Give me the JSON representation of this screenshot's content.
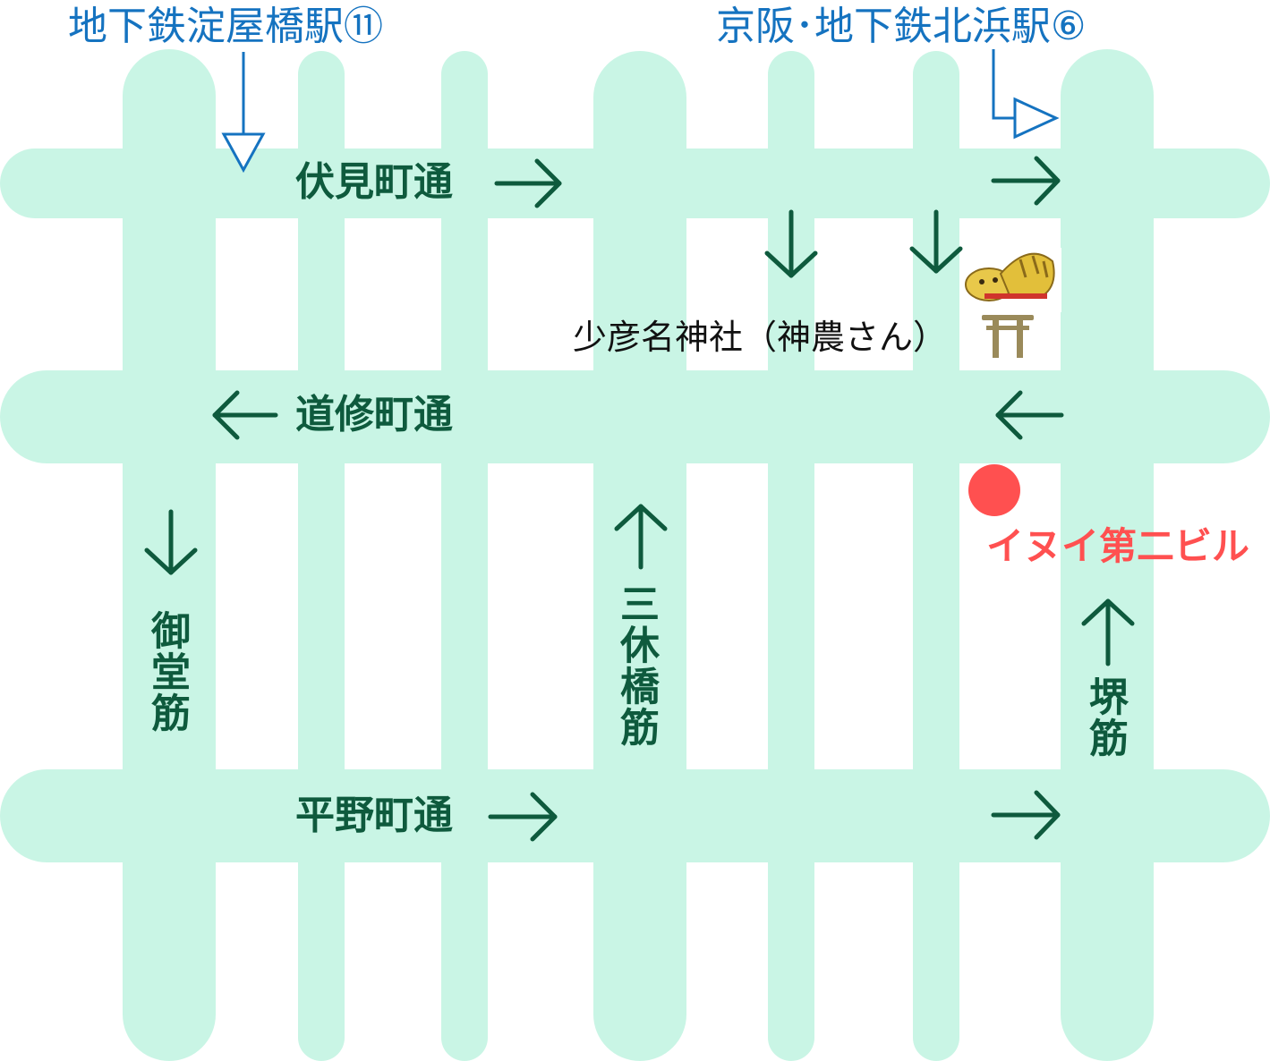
{
  "stations": {
    "yodoyabashi": "地下鉄淀屋橋駅⑪",
    "kitahama": "京阪･地下鉄北浜駅⑥"
  },
  "streets": {
    "fushimimachi": "伏見町通",
    "doshomachi": "道修町通",
    "hiranomachi": "平野町通",
    "midosuji": "御堂筋",
    "sankyubashi": "三休橋筋",
    "sakaisuji": "堺筋"
  },
  "landmark": {
    "shrine": "少彦名神社（神農さん）"
  },
  "destination": {
    "building": "イヌイ第二ビル"
  },
  "colors": {
    "road": "#c9f5e5",
    "arrow": "#0e5a3d",
    "station": "#1573c0",
    "destination": "#ff5050",
    "torii": "#9a8a5a"
  },
  "icons": [
    "torii-icon",
    "tiger-mascot-icon",
    "destination-dot-icon",
    "direction-arrow-icon",
    "station-arrow-icon"
  ]
}
